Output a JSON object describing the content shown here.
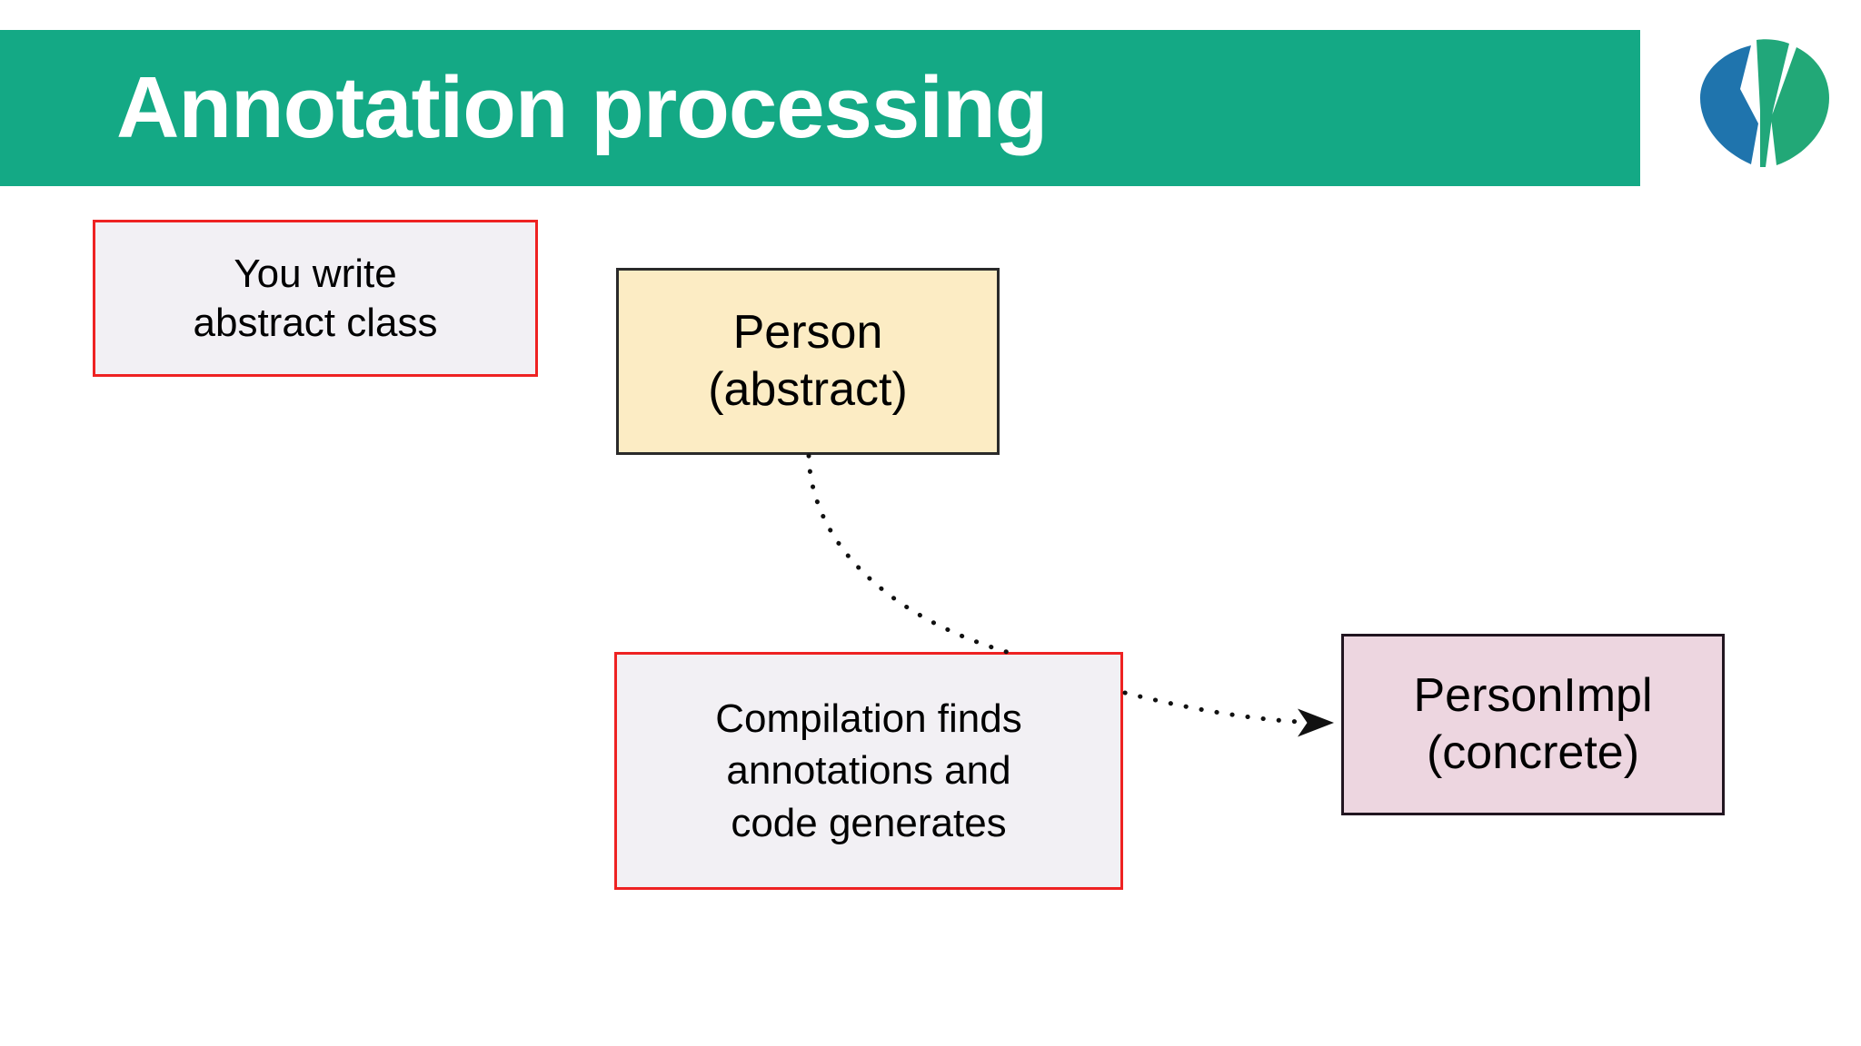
{
  "slide": {
    "title": "Annotation processing",
    "header_color": "#14a985",
    "title_color": "#ffffff",
    "background_color": "#ffffff"
  },
  "logo": {
    "name": "company-logo",
    "shape": "circle-split-v",
    "colors": {
      "left_leaf": "#1f74ad",
      "center_wedge": "#21a77a",
      "right_leaf": "#22a877"
    }
  },
  "diagram": {
    "notes": [
      {
        "id": "you-write",
        "lines": [
          "You write",
          "abstract class"
        ],
        "fill": "#f2f0f4",
        "border": "#ee2222"
      },
      {
        "id": "compilation",
        "lines": [
          "Compilation finds",
          "annotations and",
          "code generates"
        ],
        "fill": "#f2f0f4",
        "border": "#ee2222"
      }
    ],
    "classes": [
      {
        "id": "person",
        "lines": [
          "Person",
          "(abstract)"
        ],
        "name": "Person",
        "stereotype": "(abstract)",
        "fill": "#fcecc4",
        "border": "#2a2a2a"
      },
      {
        "id": "person-impl",
        "lines": [
          "PersonImpl",
          "(concrete)"
        ],
        "name": "PersonImpl",
        "stereotype": "(concrete)",
        "fill": "#edd6e0",
        "border": "#211520"
      }
    ],
    "connectors": [
      {
        "id": "person-to-compilation",
        "style": "dotted",
        "arrow": false,
        "from": "person",
        "to": "compilation"
      },
      {
        "id": "compilation-to-person-impl",
        "style": "dotted",
        "arrow": true,
        "from": "compilation",
        "to": "person-impl"
      }
    ]
  }
}
